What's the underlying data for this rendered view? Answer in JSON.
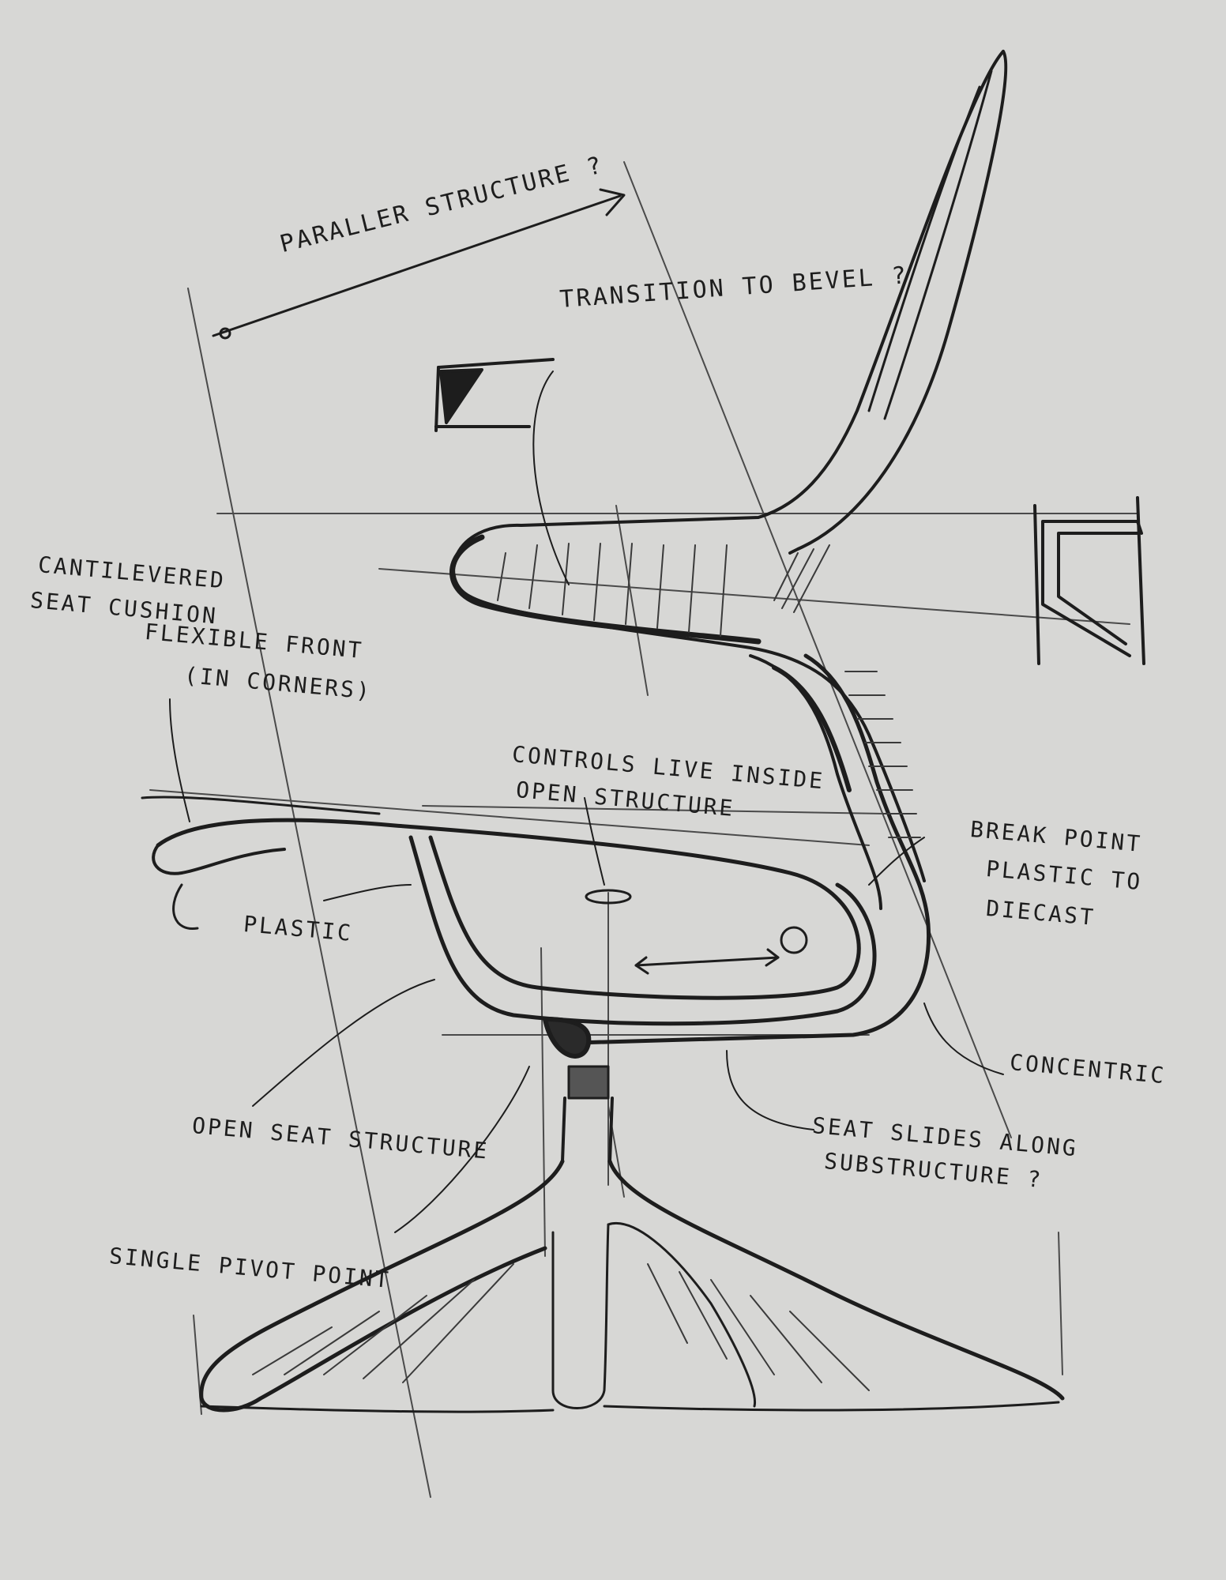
{
  "colors": {
    "paper": "#d7d7d5",
    "ink": "#1d1d1d",
    "pencil": "#4a4a4a"
  },
  "notes": {
    "parallel_structure": "Paraller structure ?",
    "transition": "Transition to Bevel ?",
    "cantilevered_1": "Cantilevered",
    "cantilevered_2": "Seat cushion",
    "cantilevered_3": "Flexible front",
    "cantilevered_4": "(in corners)",
    "control_1": "Controls live inside",
    "control_2": "open structure",
    "break_1": "Break point",
    "break_2": "Plastic to",
    "break_3": "Diecast",
    "plastic": "Plastic",
    "concentric": "Concentric",
    "open_seat": "Open seat structure",
    "seat_slides_1": "Seat slides along",
    "seat_slides_2": "substructure ?",
    "single_pivot": "Single pivot point"
  }
}
